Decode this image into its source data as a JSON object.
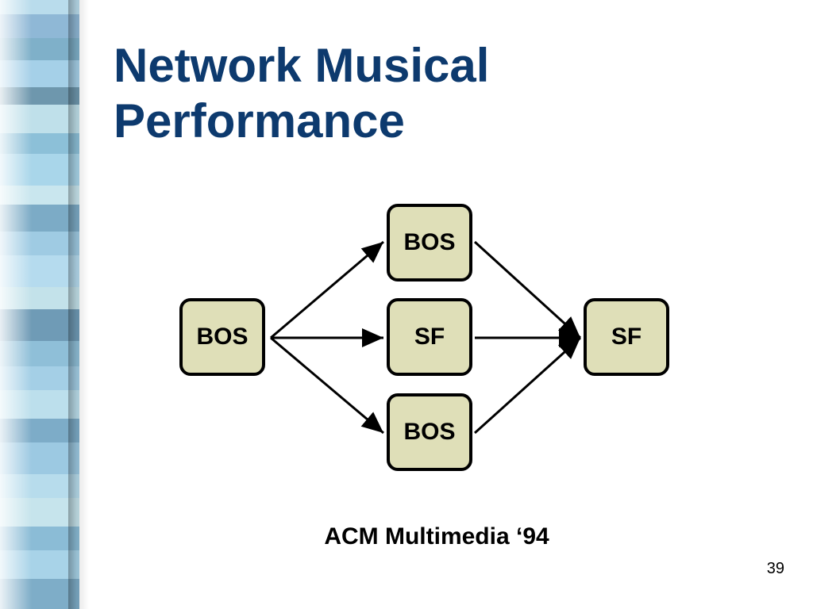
{
  "slide": {
    "title_line1": "Network Musical",
    "title_line2": "Performance",
    "caption": "ACM Multimedia ‘94",
    "page_number": "39"
  },
  "diagram": {
    "nodes": {
      "left": "BOS",
      "top": "BOS",
      "middle": "SF",
      "bottom": "BOS",
      "right": "SF"
    },
    "edges": [
      {
        "from": "left",
        "to": "top"
      },
      {
        "from": "left",
        "to": "middle"
      },
      {
        "from": "left",
        "to": "bottom"
      },
      {
        "from": "top",
        "to": "right"
      },
      {
        "from": "middle",
        "to": "right"
      },
      {
        "from": "bottom",
        "to": "right"
      }
    ]
  },
  "colors": {
    "title": "#0d3a6e",
    "node_fill": "#dfdfb8",
    "node_border": "#000000"
  }
}
